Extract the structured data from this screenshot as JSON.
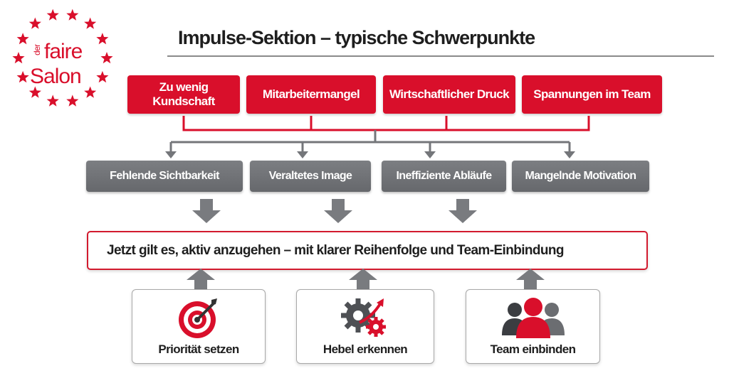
{
  "logo": {
    "text_small": "der",
    "text_top": "faire",
    "text_bottom": "Salon",
    "color": "#d90f2b"
  },
  "title": "Impulse-Sektion – typische Schwerpunkte",
  "challenges": [
    "Zu wenig Kundschaft",
    "Mitarbeitermangel",
    "Wirtschaftlicher Druck",
    "Spannungen im Team"
  ],
  "causes": [
    "Fehlende Sichtbarkeit",
    "Veraltetes Image",
    "Ineffiziente Abläufe",
    "Mangelnde Motivation"
  ],
  "conclusion": "Jetzt gilt es, aktiv anzugehen – mit klarer Reihenfolge und Team-Einbindung",
  "actions": [
    {
      "label": "Priorität setzen",
      "icon": "target-icon"
    },
    {
      "label": "Hebel erkennen",
      "icon": "gears-icon"
    },
    {
      "label": "Team einbinden",
      "icon": "team-icon"
    }
  ],
  "colors": {
    "red": "#d90f2b",
    "gray": "#707276"
  }
}
